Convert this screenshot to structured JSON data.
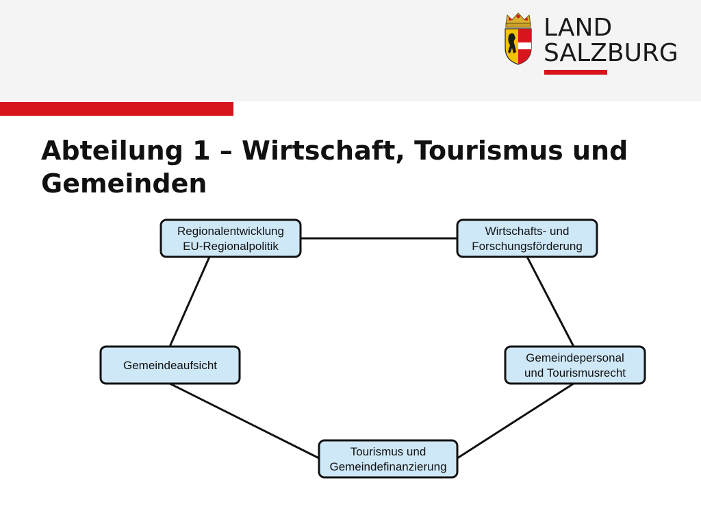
{
  "colors": {
    "accent_red": "#d8141c",
    "header_bg": "#f4f4f4",
    "node_fill": "#cfe8f8",
    "node_stroke": "#111111"
  },
  "logo": {
    "line1": "LAND",
    "line2": "SALZBURG",
    "icon": "salzburg-coat-of-arms-icon"
  },
  "title": "Abteilung 1 – Wirtschaft, Tourismus und Gemeinden",
  "diagram": {
    "nodes": [
      {
        "id": "regional",
        "lines": [
          "Regionalentwicklung",
          "EU-Regionalpolitik"
        ]
      },
      {
        "id": "wirtschaft",
        "lines": [
          "Wirtschafts- und",
          "Forschungsförderung"
        ]
      },
      {
        "id": "personal",
        "lines": [
          "Gemeindepersonal",
          "und Tourismusrecht"
        ]
      },
      {
        "id": "tourismus",
        "lines": [
          "Tourismus und",
          "Gemeindefinanzierung"
        ]
      },
      {
        "id": "aufsicht",
        "lines": [
          "Gemeindeaufsicht"
        ]
      }
    ],
    "edges": [
      [
        "regional",
        "wirtschaft"
      ],
      [
        "wirtschaft",
        "personal"
      ],
      [
        "personal",
        "tourismus"
      ],
      [
        "tourismus",
        "aufsicht"
      ],
      [
        "aufsicht",
        "regional"
      ]
    ]
  }
}
